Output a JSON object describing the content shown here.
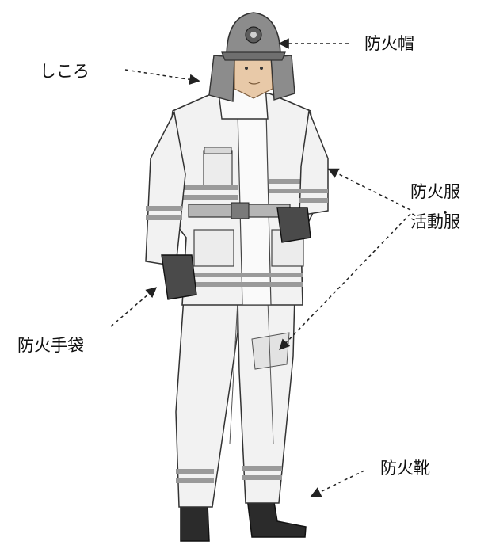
{
  "labels": {
    "shikoro": "しころ",
    "helmet": "防火帽",
    "suit_line1": "防火服",
    "suit_separator": "・",
    "suit_line2": "活動服",
    "gloves": "防火手袋",
    "boots": "防火靴"
  },
  "colors": {
    "outline": "#333333",
    "suit_fill": "#f2f2f2",
    "stripe_gray": "#9a9a9a",
    "helmet_fill": "#8c8c8c",
    "boot_fill": "#2b2b2b",
    "skin": "#e8c9a8",
    "arrow": "#222222"
  }
}
